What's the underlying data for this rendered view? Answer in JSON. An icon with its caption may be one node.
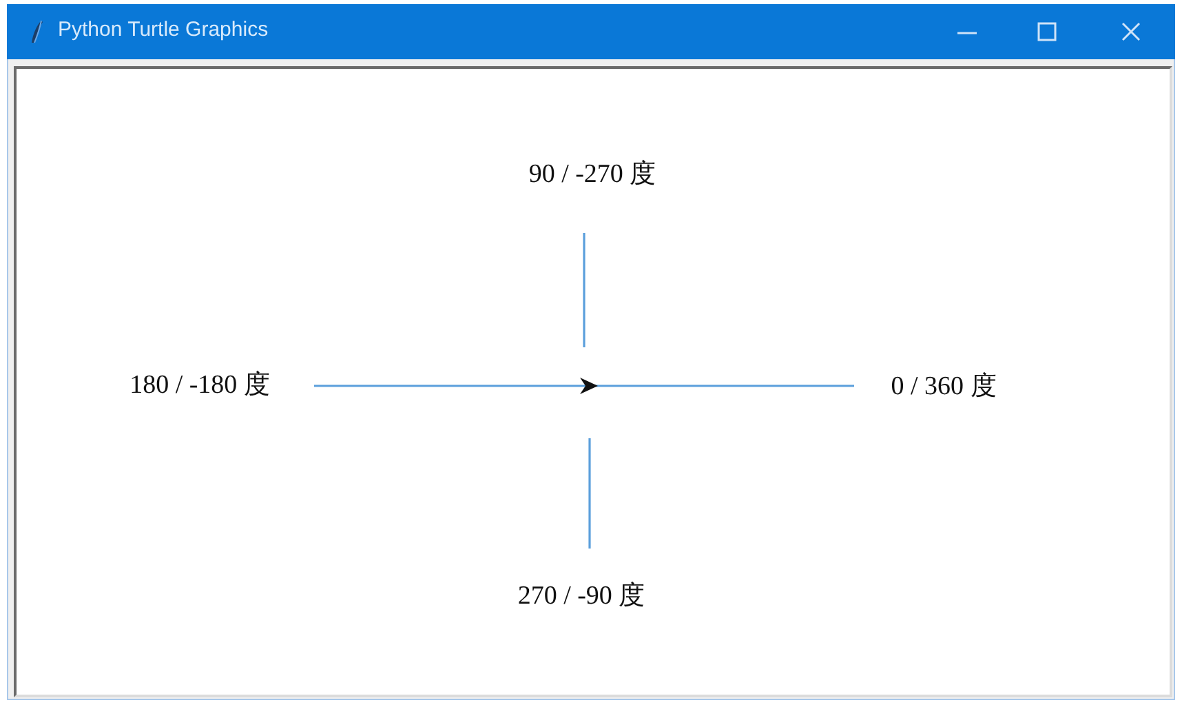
{
  "diagram": {
    "title": "Python Turtle Graphics",
    "labels": [
      "90 / -270 度",
      "180 / -180 度",
      "0 / 360 度",
      "270 / -90 度"
    ]
  }
}
